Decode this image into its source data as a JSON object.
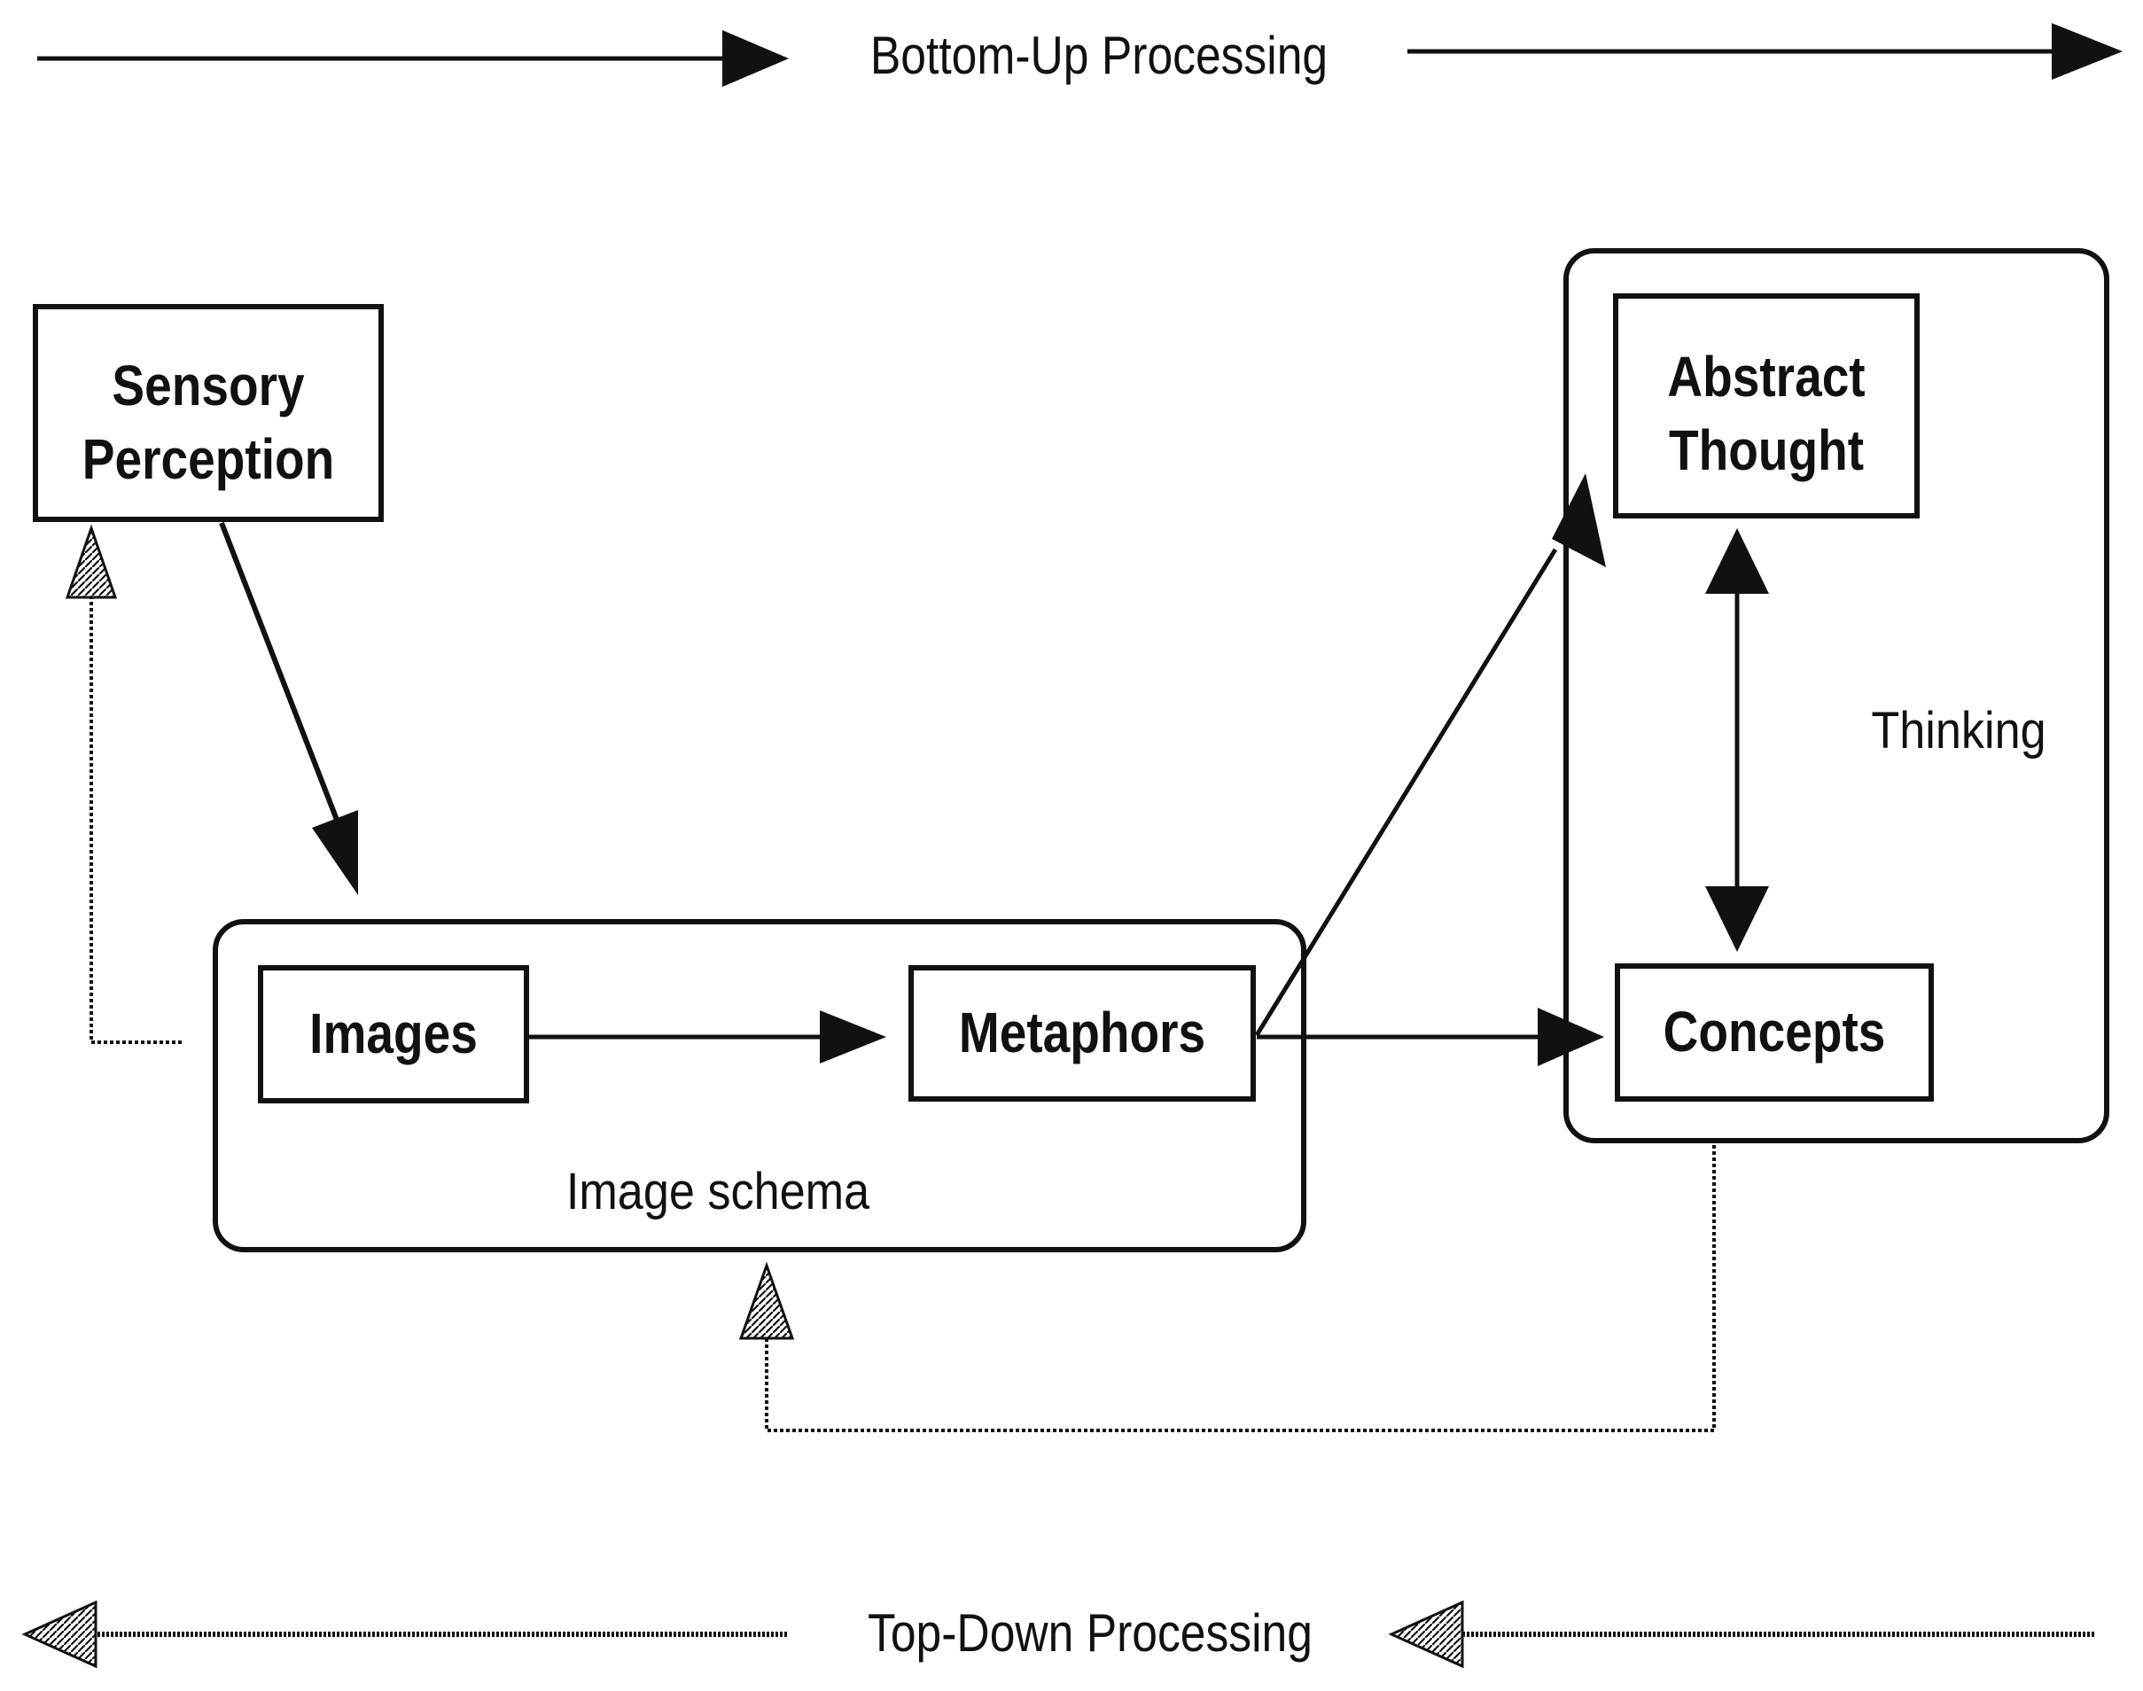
{
  "flows": {
    "bottom_up": "Bottom-Up Processing",
    "top_down": "Top-Down Processing"
  },
  "nodes": {
    "sensory_line1": "Sensory",
    "sensory_line2": "Perception",
    "images": "Images",
    "metaphors": "Metaphors",
    "abstract_line1": "Abstract",
    "abstract_line2": "Thought",
    "concepts": "Concepts"
  },
  "groups": {
    "image_schema": "Image schema",
    "thinking": "Thinking"
  }
}
